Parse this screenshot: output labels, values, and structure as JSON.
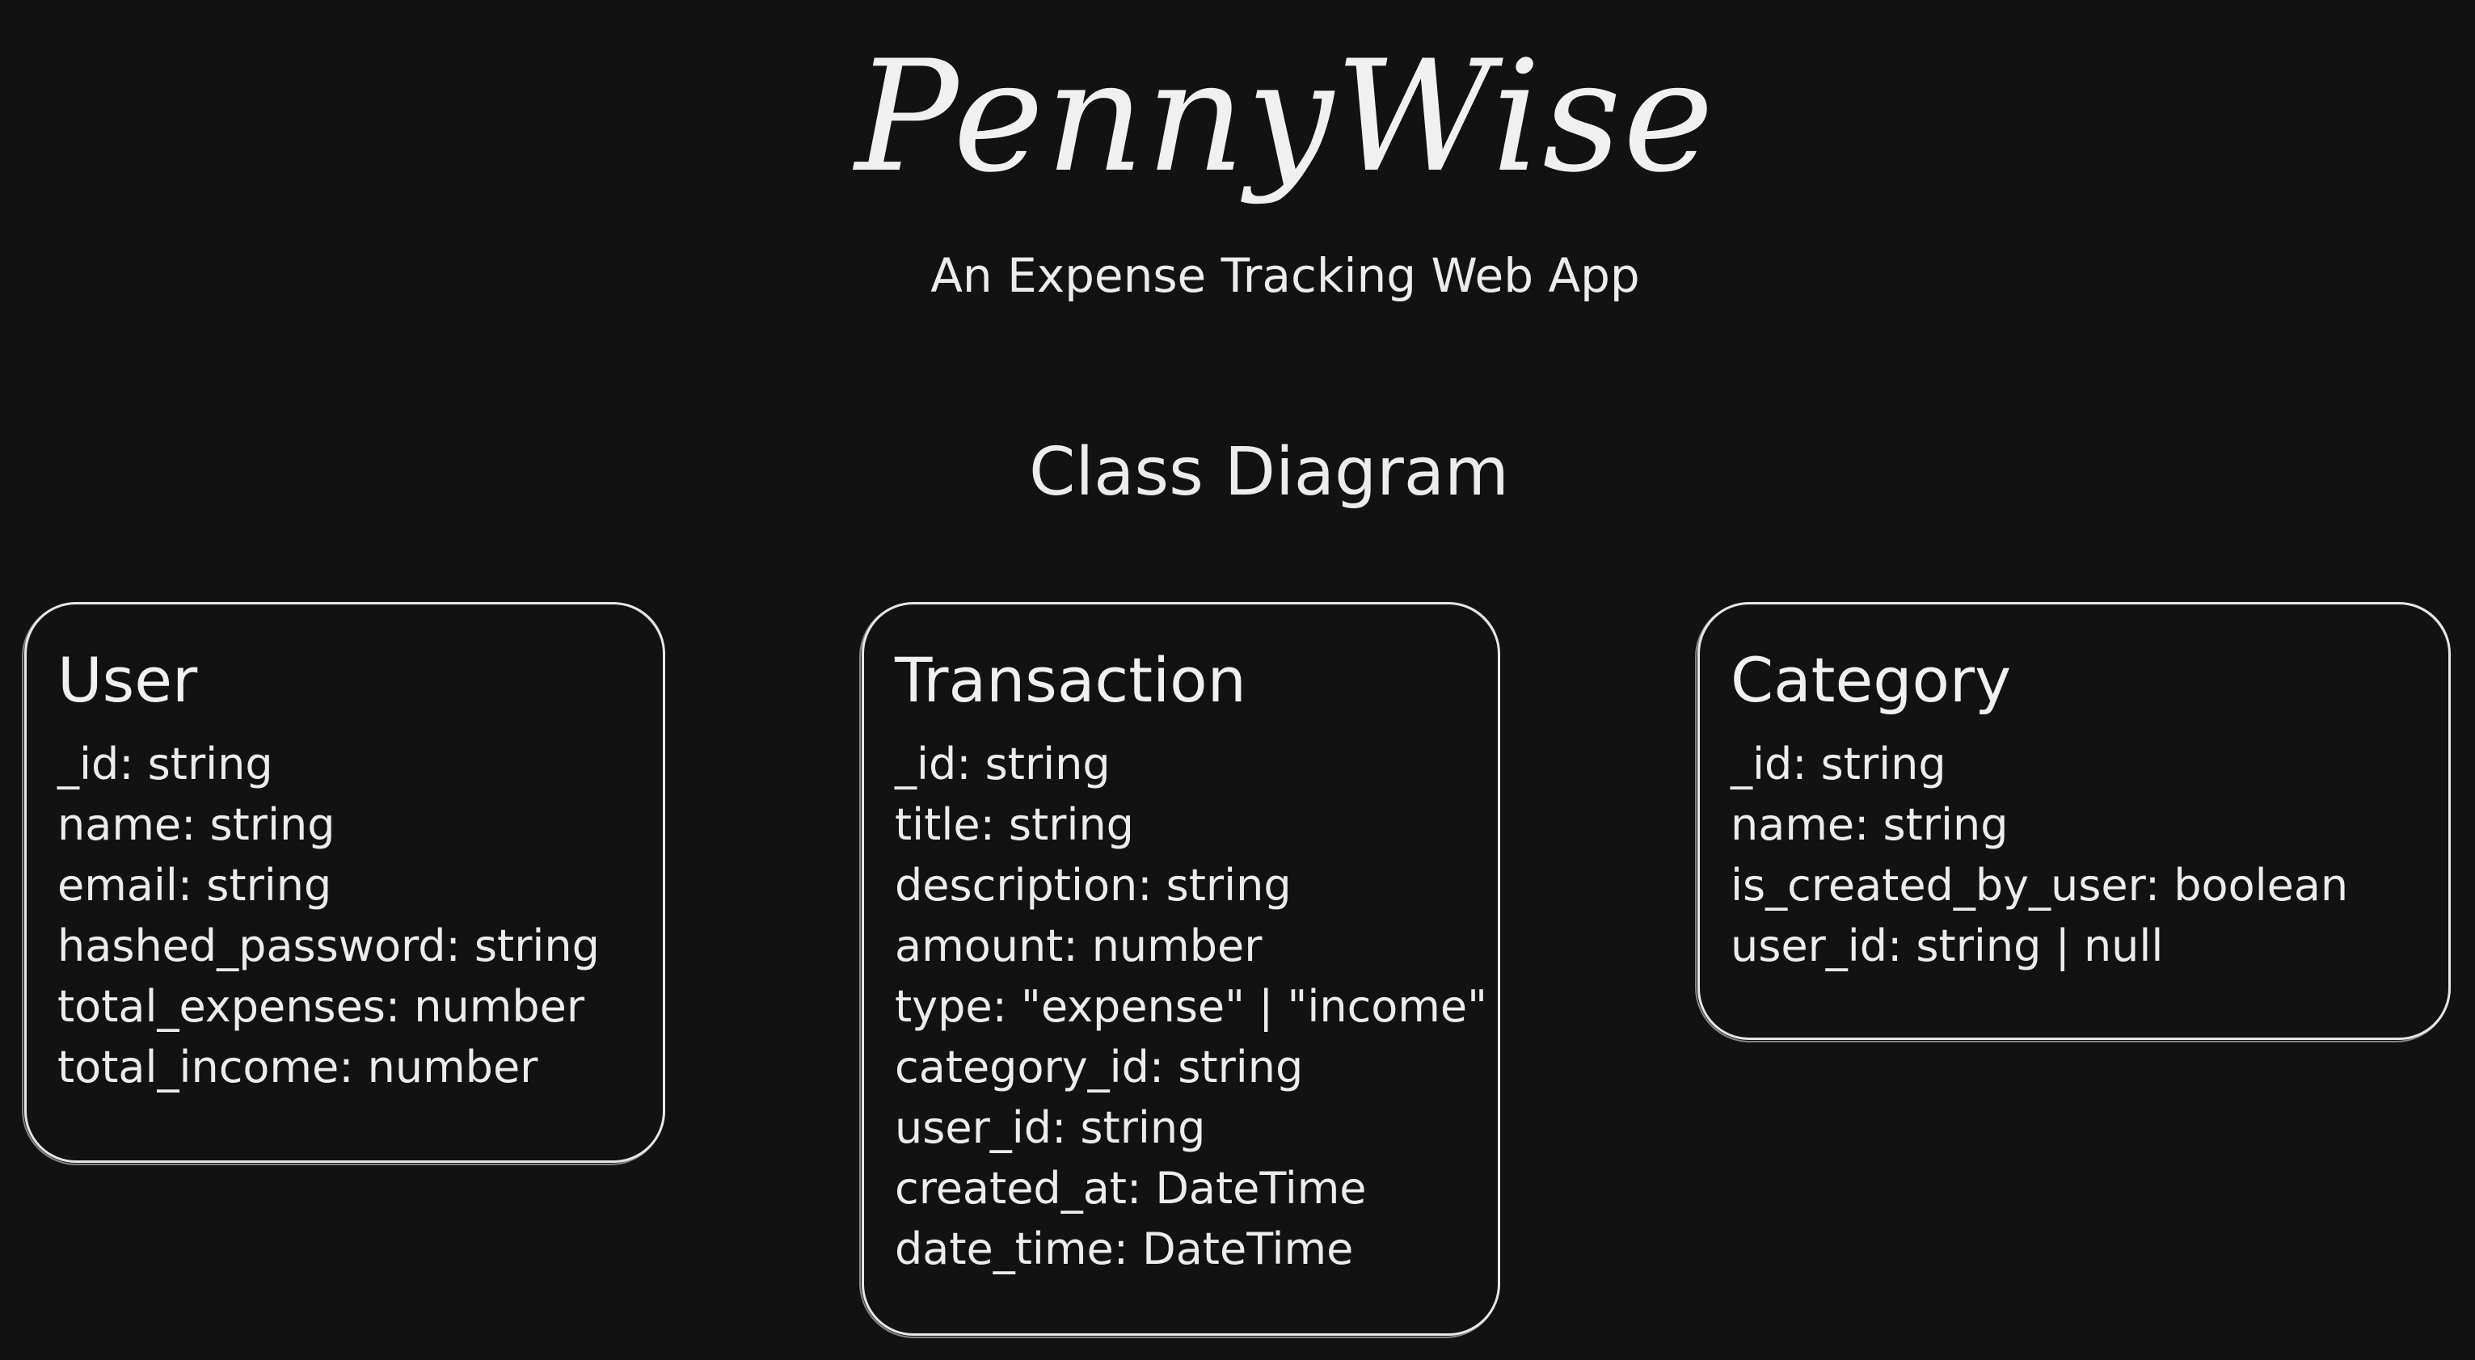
{
  "app": {
    "title": "PennyWise",
    "subtitle": "An Expense Tracking Web App"
  },
  "diagram": {
    "heading": "Class Diagram",
    "classes": [
      {
        "name": "User",
        "attributes": [
          "_id: string",
          "name: string",
          "email: string",
          "hashed_password: string",
          "total_expenses: number",
          "total_income: number"
        ]
      },
      {
        "name": "Transaction",
        "attributes": [
          "_id: string",
          "title: string",
          "description: string",
          "amount: number",
          "type: \"expense\" | \"income\"",
          "category_id: string",
          "user_id: string",
          "created_at: DateTime",
          "date_time: DateTime"
        ]
      },
      {
        "name": "Category",
        "attributes": [
          "_id: string",
          "name: string",
          "is_created_by_user: boolean",
          "user_id: string | null"
        ]
      }
    ]
  },
  "colors": {
    "background": "#121212",
    "foreground": "#ececec"
  }
}
